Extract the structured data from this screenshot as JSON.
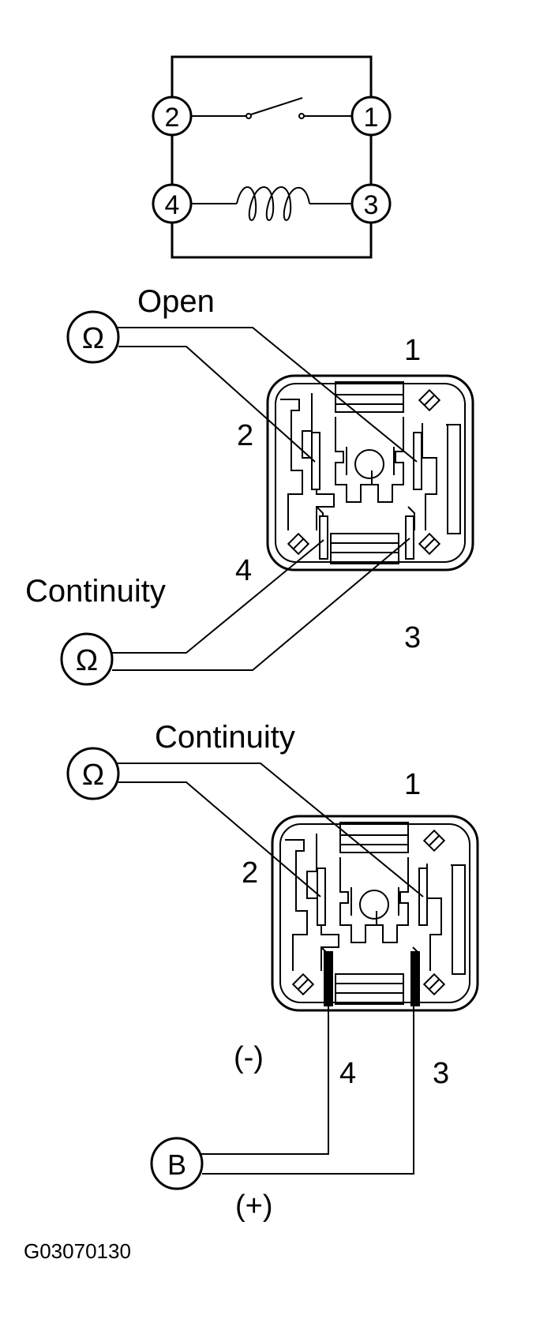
{
  "schematic": {
    "terminals": [
      "2",
      "1",
      "4",
      "3"
    ]
  },
  "test_open": {
    "state_label": "Open",
    "meter_symbol": "Ω",
    "pin_labels": {
      "p1": "1",
      "p2": "2",
      "p3": "3",
      "p4": "4"
    }
  },
  "test_continuity": {
    "state_label": "Continuity",
    "meter_symbol": "Ω"
  },
  "test_energized": {
    "state_label": "Continuity",
    "meter_symbol": "Ω",
    "battery_symbol": "B",
    "polarity_neg": "(-)",
    "polarity_pos": "(+)",
    "pin_labels": {
      "p1": "1",
      "p2": "2",
      "p3": "3",
      "p4": "4"
    }
  },
  "figure_code": "G03070130"
}
